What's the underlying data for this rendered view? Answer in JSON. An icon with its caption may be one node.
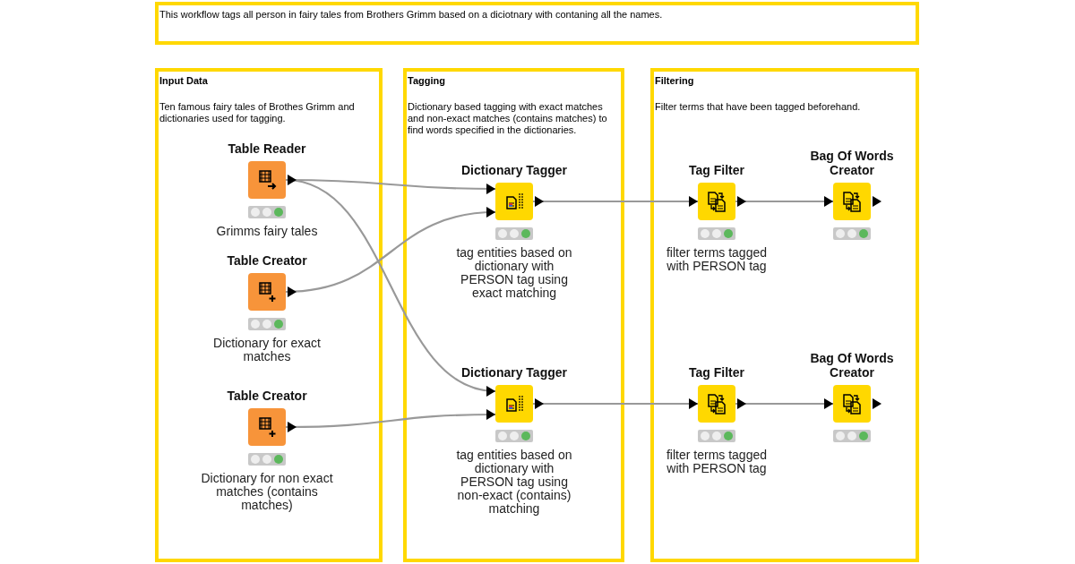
{
  "diagram": {
    "nodes": [
      {
        "text": [
          "This workflow tags all person in fairy tales from Brothers Grimm based on a diciotnary with contaning all the names."
        ]
      },
      {
        "text": [
          "Input Data",
          "Ten famous fairy tales of Brothes Grimm and dictionaries used for tagging."
        ]
      },
      {
        "text": [
          "Tagging",
          "Dictionary based tagging with exact matches and non-exact matches (contains matches) to find words specified in the dictionaries."
        ]
      },
      {
        "text": [
          "Filtering",
          "Filter terms that have been tagged beforehand."
        ]
      },
      {
        "text": [
          "Table Reader"
        ],
        "in": 1,
        "beside": [
          "Grimms fairy tales"
        ]
      },
      {
        "text": [
          "Table Creator"
        ],
        "in": 1,
        "beside": [
          "Dictionary for exact matches"
        ]
      },
      {
        "text": [
          "Table Creator"
        ],
        "in": 1,
        "beside": [
          "Dictionary for non exact matches (contains matches)"
        ]
      },
      {
        "text": [
          "Dictionary Tagger"
        ],
        "in": 2,
        "beside": [
          "tag entities based on dictionary with PERSON tag using exact matching"
        ]
      },
      {
        "text": [
          "Dictionary Tagger"
        ],
        "in": 2,
        "beside": [
          "tag entities based on dictionary with PERSON tag using non-exact (contains) matching"
        ]
      },
      {
        "text": [
          "Tag Filter"
        ],
        "in": 3,
        "beside": [
          "filter terms tagged with PERSON tag"
        ]
      },
      {
        "text": [
          "Bag Of Words Creator"
        ],
        "in": 3
      },
      {
        "text": [
          "Tag Filter"
        ],
        "in": 3,
        "beside": [
          "filter terms tagged with PERSON tag"
        ]
      },
      {
        "text": [
          "Bag Of Words Creator"
        ],
        "in": 3
      }
    ],
    "edges": [
      {
        "from": 4,
        "to": 7,
        "arrow": "to"
      },
      {
        "from": 5,
        "to": 7,
        "arrow": "to"
      },
      {
        "from": 4,
        "to": 8,
        "arrow": "to"
      },
      {
        "from": 6,
        "to": 8,
        "arrow": "to"
      },
      {
        "from": 7,
        "to": 9,
        "arrow": "to"
      },
      {
        "from": 9,
        "to": 10,
        "arrow": "to"
      },
      {
        "from": 8,
        "to": 11,
        "arrow": "to"
      },
      {
        "from": 11,
        "to": 12,
        "arrow": "to"
      }
    ]
  }
}
